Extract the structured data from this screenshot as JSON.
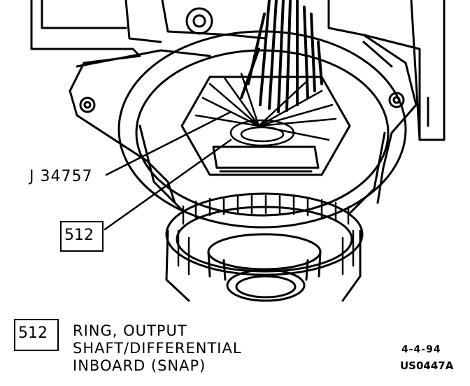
{
  "callouts": {
    "tool": "J 34757",
    "part": "512"
  },
  "legend": {
    "id": "512",
    "lines": [
      "RING, OUTPUT",
      "SHAFT/DIFFERENTIAL",
      "INBOARD (SNAP)"
    ]
  },
  "figure": {
    "date": "4-4-94",
    "ref": "US0447A"
  }
}
